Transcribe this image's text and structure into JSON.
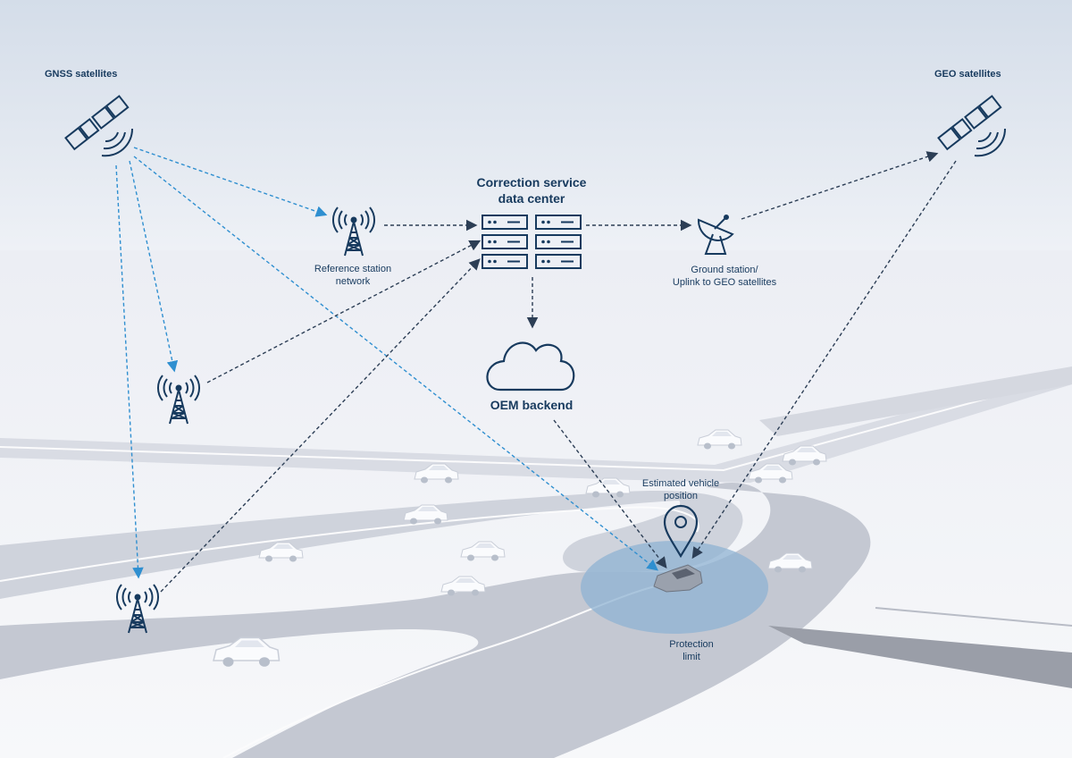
{
  "labels": {
    "gnss_satellites": "GNSS satellites",
    "geo_satellites": "GEO satellites",
    "correction_line1": "Correction service",
    "correction_line2": "data center",
    "reference_line1": "Reference station",
    "reference_line2": "network",
    "ground_line1": "Ground station/",
    "ground_line2": "Uplink to GEO satellites",
    "oem_backend": "OEM backend",
    "estimated_line1": "Estimated vehicle",
    "estimated_line2": "position",
    "protection_line1": "Protection",
    "protection_line2": "limit"
  },
  "colors": {
    "accent_dark": "#173a5e",
    "arrow_light": "#2f8fd0",
    "arrow_dark": "#2c3e55",
    "protection_area": "#8fb3d3"
  },
  "icons": [
    "satellite-icon",
    "tower-icon",
    "server-icon",
    "dish-icon",
    "cloud-icon",
    "location-pin-icon",
    "car-icon"
  ]
}
